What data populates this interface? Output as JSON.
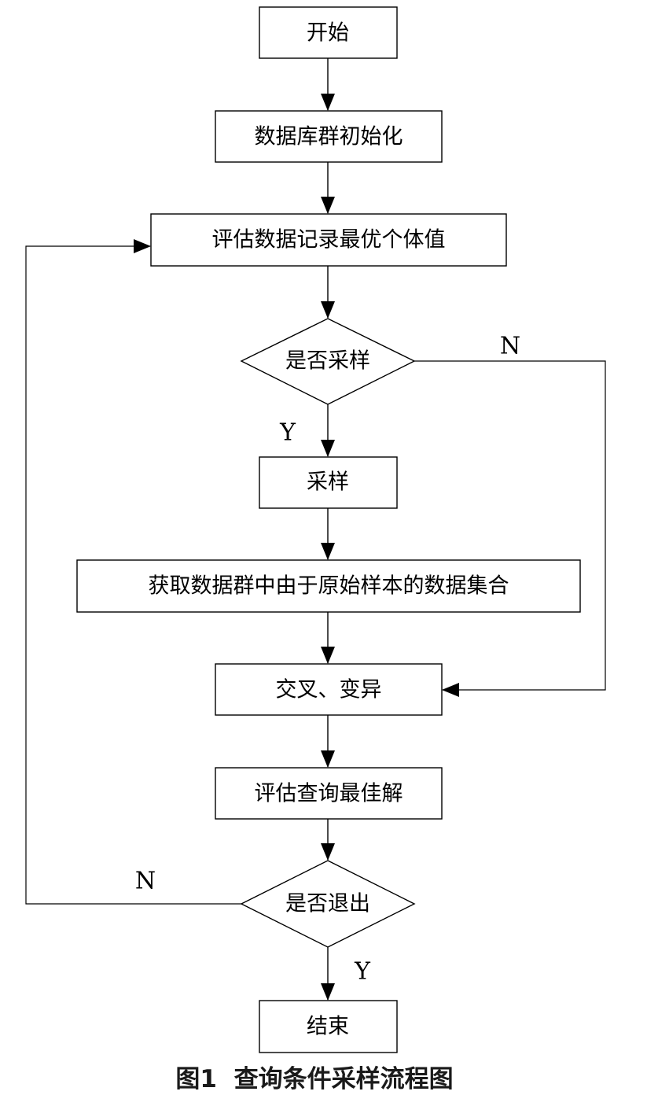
{
  "nodes": {
    "start": "开始",
    "db_init": "数据库群初始化",
    "evaluate_record": "评估数据记录最优个体值",
    "sample_decision": "是否采样",
    "sample": "采样",
    "obtain_set": "获取数据群中由于原始样本的数据集合",
    "crossover_mutation": "交叉、变异",
    "evaluate_query": "评估查询最佳解",
    "exit_decision": "是否退出",
    "end": "结束"
  },
  "labels": {
    "sample_no": "N",
    "sample_yes": "Y",
    "exit_no": "N",
    "exit_yes": "Y"
  },
  "caption": "图1  查询条件采样流程图",
  "colors": {
    "stroke": "#000000",
    "background": "#ffffff",
    "text": "#000000"
  }
}
